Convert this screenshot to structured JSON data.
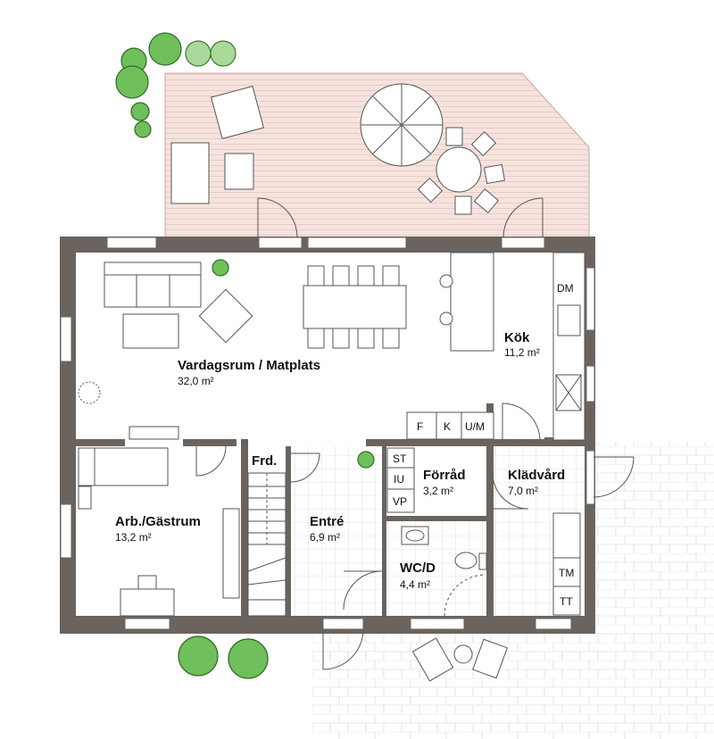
{
  "rooms": {
    "living": {
      "name": "Vardagsrum / Matplats",
      "area": "32,0 m²"
    },
    "kitchen": {
      "name": "Kök",
      "area": "11,2 m²"
    },
    "study": {
      "name": "Arb./Gästrum",
      "area": "13,2 m²"
    },
    "entry": {
      "name": "Entré",
      "area": "6,9 m²"
    },
    "storage": {
      "name": "Förråd",
      "area": "3,2 m²"
    },
    "laundry": {
      "name": "Klädvård",
      "area": "7,0 m²"
    },
    "wc": {
      "name": "WC/D",
      "area": "4,4 m²"
    },
    "frd": {
      "name": "Frd."
    }
  },
  "appliances": {
    "dm": "DM",
    "f": "F",
    "k": "K",
    "um": "U/M",
    "st": "ST",
    "iu": "IU",
    "vp": "VP",
    "tm": "TM",
    "tt": "TT"
  },
  "colors": {
    "wall": "#6b635d",
    "deck": "#f6e3de",
    "tile_lines": "#c8c8c8",
    "tree": "#6fbf5a",
    "tree_light": "#a9d99a"
  }
}
